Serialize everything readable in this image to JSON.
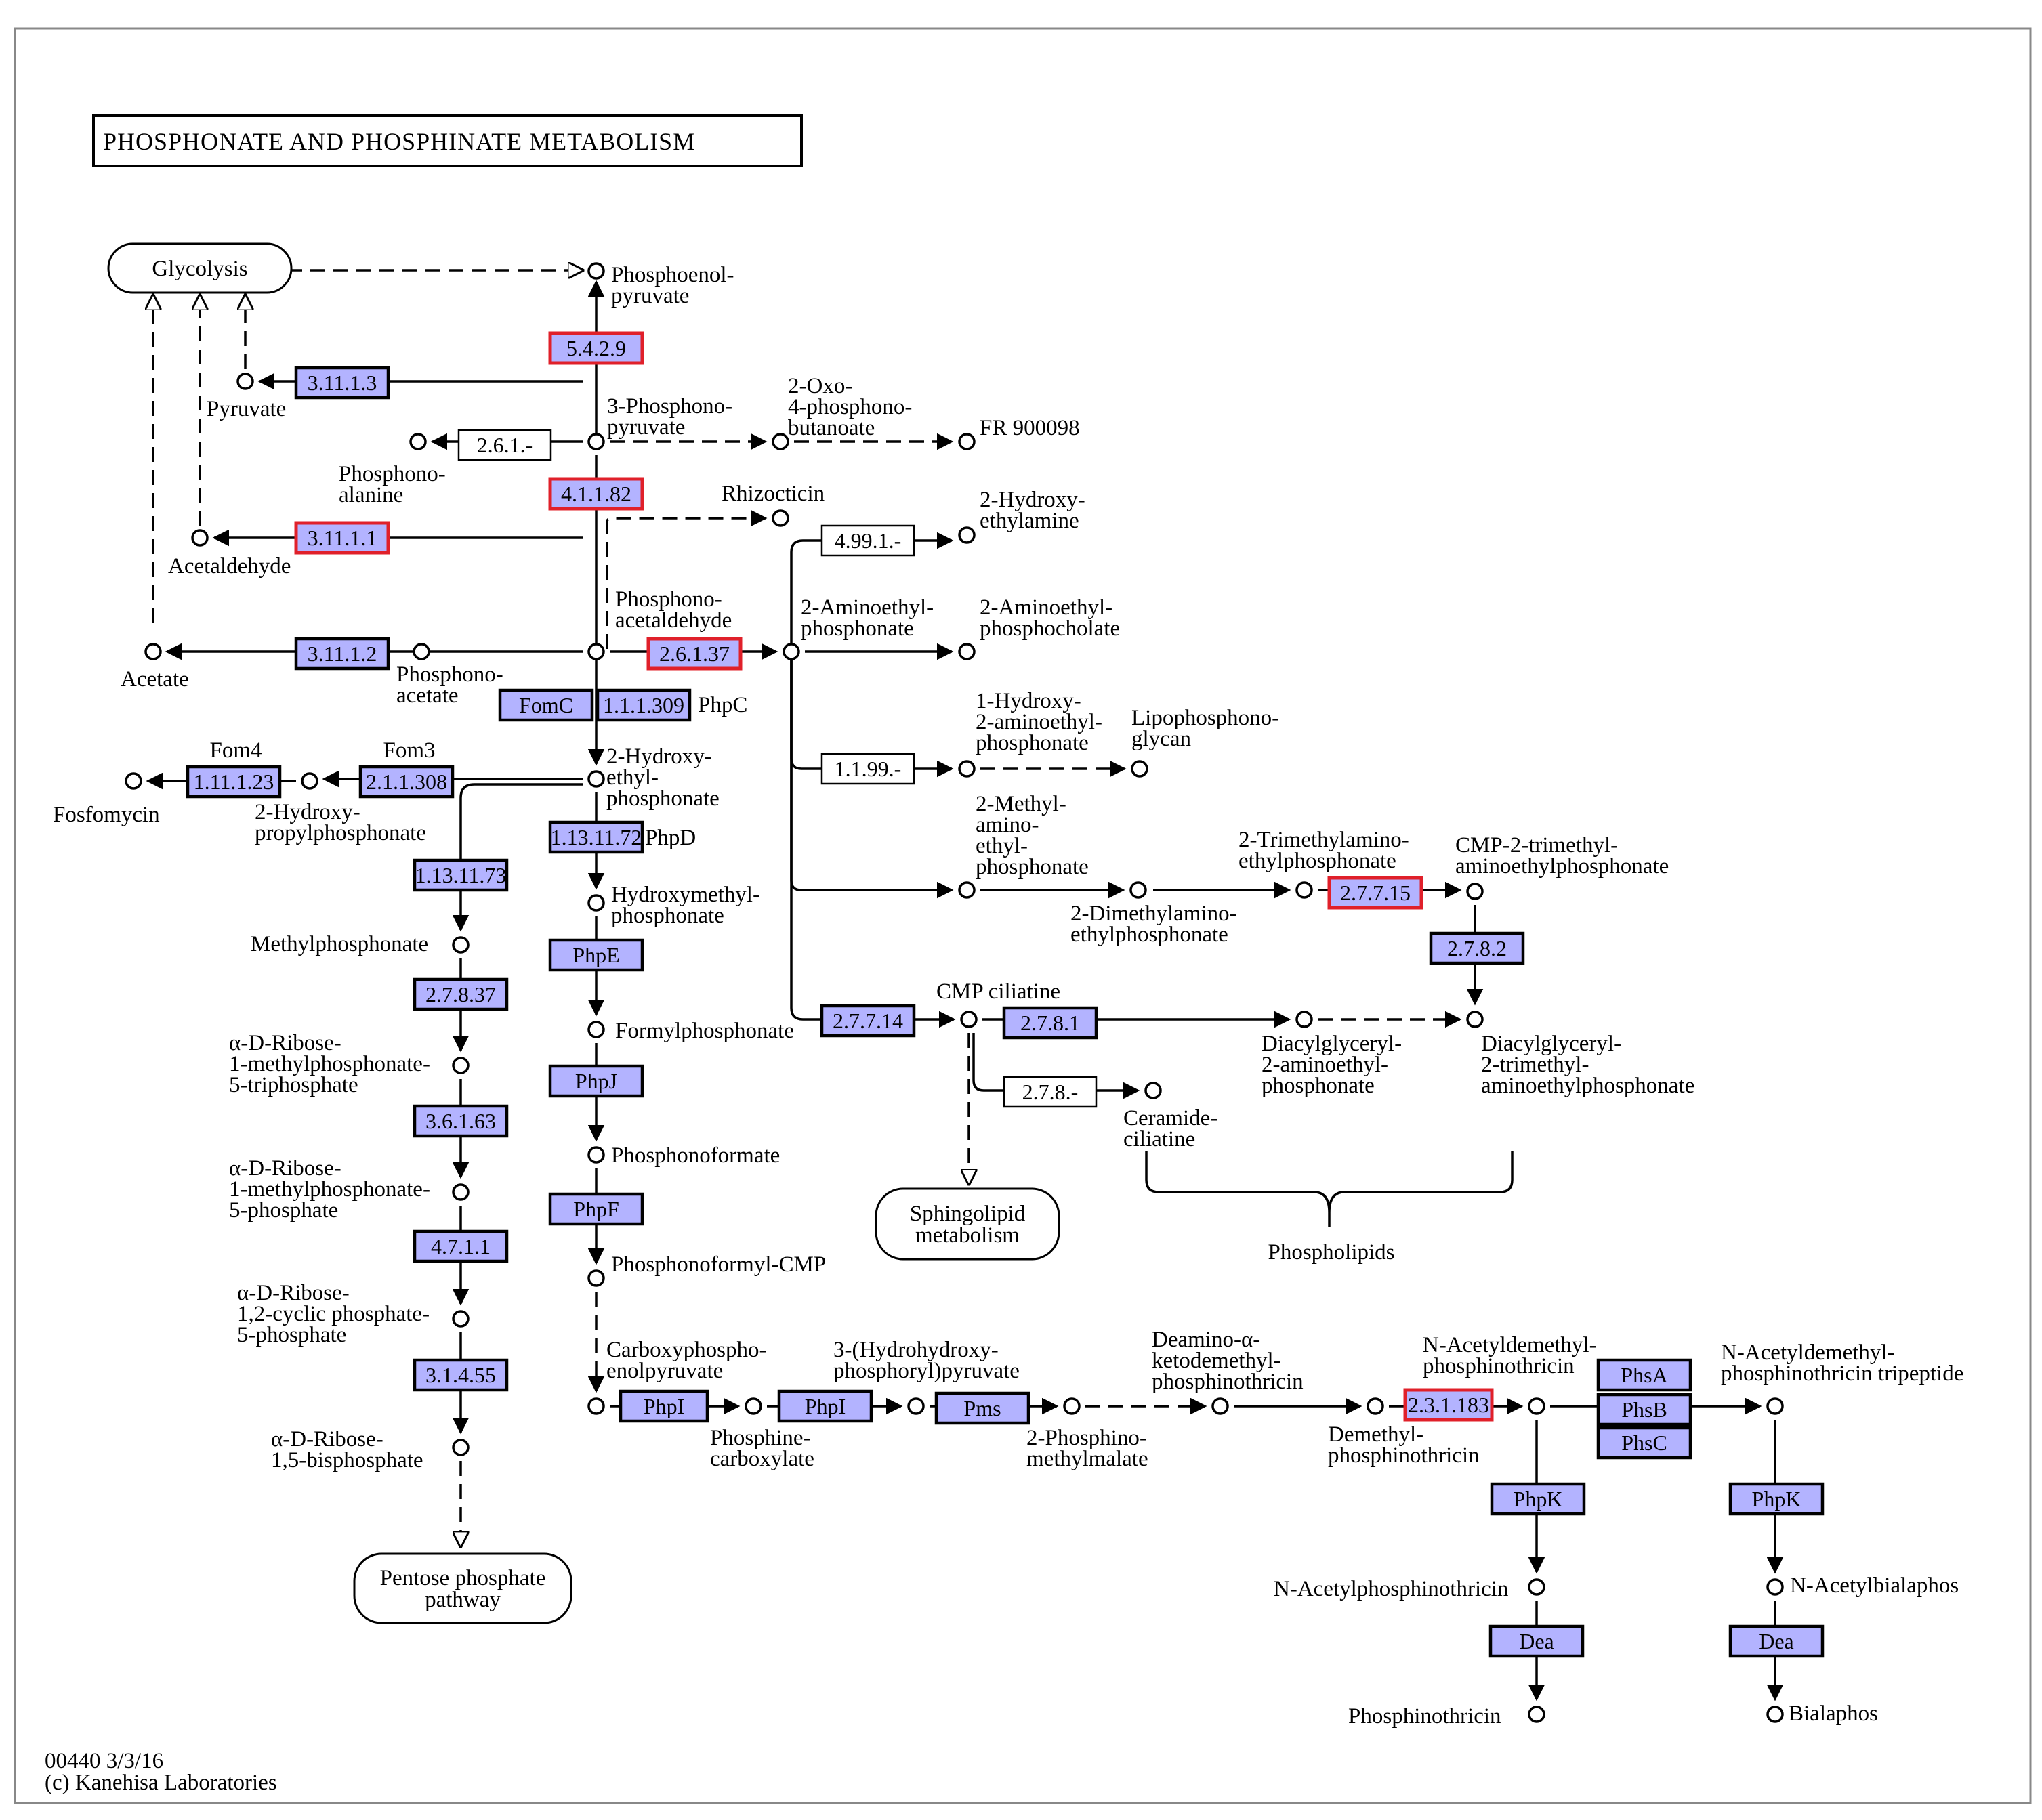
{
  "title": "PHOSPHONATE AND PHOSPHINATE METABOLISM",
  "footer": [
    "00440 3/3/16",
    "(c) Kanehisa Laboratories"
  ],
  "colors": {
    "enzyme_fill": "#b3b3ff",
    "highlight_border": "#e0202a",
    "line": "#000000",
    "map_box": "#ffffff"
  },
  "maps": [
    {
      "id": "glycolysis",
      "lines": [
        "Glycolysis"
      ]
    },
    {
      "id": "sphingolipid",
      "lines": [
        "Sphingolipid",
        "metabolism"
      ]
    },
    {
      "id": "pentose",
      "lines": [
        "Pentose phosphate",
        "pathway"
      ]
    }
  ],
  "enzymes": [
    {
      "id": "e5429",
      "label": "5.4.2.9",
      "style": "red"
    },
    {
      "id": "e31113",
      "label": "3.11.1.3",
      "style": "blue"
    },
    {
      "id": "e261",
      "label": "2.6.1.-",
      "style": "white"
    },
    {
      "id": "e41182",
      "label": "4.1.1.82",
      "style": "red"
    },
    {
      "id": "e31111",
      "label": "3.11.1.1",
      "style": "red"
    },
    {
      "id": "e4991",
      "label": "4.99.1.-",
      "style": "white"
    },
    {
      "id": "e31112",
      "label": "3.11.1.2",
      "style": "blue"
    },
    {
      "id": "e26137",
      "label": "2.6.1.37",
      "style": "red"
    },
    {
      "id": "efomc",
      "label": "FomC",
      "style": "blue"
    },
    {
      "id": "e111309",
      "label": "1.1.1.309",
      "style": "blue"
    },
    {
      "id": "e111123",
      "label": "1.11.1.23",
      "style": "blue"
    },
    {
      "id": "e211308",
      "label": "2.1.1.308",
      "style": "blue"
    },
    {
      "id": "e1199",
      "label": "1.1.99.-",
      "style": "white"
    },
    {
      "id": "e1131172",
      "label": "1.13.11.72",
      "style": "blue"
    },
    {
      "id": "e1131173",
      "label": "1.13.11.73",
      "style": "blue"
    },
    {
      "id": "ephpe",
      "label": "PhpE",
      "style": "blue"
    },
    {
      "id": "e27715",
      "label": "2.7.7.15",
      "style": "red"
    },
    {
      "id": "e2782",
      "label": "2.7.8.2",
      "style": "blue"
    },
    {
      "id": "e27837",
      "label": "2.7.8.37",
      "style": "blue"
    },
    {
      "id": "e27714",
      "label": "2.7.7.14",
      "style": "blue"
    },
    {
      "id": "e2781",
      "label": "2.7.8.1",
      "style": "blue"
    },
    {
      "id": "ephpj",
      "label": "PhpJ",
      "style": "blue"
    },
    {
      "id": "e278",
      "label": "2.7.8.-",
      "style": "white"
    },
    {
      "id": "e36163",
      "label": "3.6.1.63",
      "style": "blue"
    },
    {
      "id": "ephpf",
      "label": "PhpF",
      "style": "blue"
    },
    {
      "id": "e4711",
      "label": "4.7.1.1",
      "style": "blue"
    },
    {
      "id": "e31455",
      "label": "3.1.4.55",
      "style": "blue"
    },
    {
      "id": "ephpi1",
      "label": "PhpI",
      "style": "blue"
    },
    {
      "id": "ephpi2",
      "label": "PhpI",
      "style": "blue"
    },
    {
      "id": "epms",
      "label": "Pms",
      "style": "blue"
    },
    {
      "id": "e231183",
      "label": "2.3.1.183",
      "style": "red"
    },
    {
      "id": "ephsa",
      "label": "PhsA",
      "style": "blue"
    },
    {
      "id": "ephsb",
      "label": "PhsB",
      "style": "blue"
    },
    {
      "id": "ephsc",
      "label": "PhsC",
      "style": "blue"
    },
    {
      "id": "ephpk1",
      "label": "PhpK",
      "style": "blue"
    },
    {
      "id": "ephpk2",
      "label": "PhpK",
      "style": "blue"
    },
    {
      "id": "edea1",
      "label": "Dea",
      "style": "blue"
    },
    {
      "id": "edea2",
      "label": "Dea",
      "style": "blue"
    }
  ],
  "labels": [
    {
      "id": "pep",
      "lines": [
        "Phosphoenol-",
        "pyruvate"
      ]
    },
    {
      "id": "pyruvate",
      "lines": [
        "Pyruvate"
      ]
    },
    {
      "id": "phosphopyruvate",
      "lines": [
        "3-Phosphono-",
        "pyruvate"
      ]
    },
    {
      "id": "oxobut",
      "lines": [
        "2-Oxo-",
        "4-phosphono-",
        "butanoate"
      ]
    },
    {
      "id": "fr900098",
      "lines": [
        "FR 900098"
      ]
    },
    {
      "id": "phosphoalanine",
      "lines": [
        "Phosphono-",
        "alanine"
      ]
    },
    {
      "id": "rhizocticin",
      "lines": [
        "Rhizocticin"
      ]
    },
    {
      "id": "hydroxyethylamine",
      "lines": [
        "2-Hydroxy-",
        "ethylamine"
      ]
    },
    {
      "id": "acetaldehyde",
      "lines": [
        "Acetaldehyde"
      ]
    },
    {
      "id": "phosphonoacetaldehyde",
      "lines": [
        "Phosphono-",
        "acetaldehyde"
      ]
    },
    {
      "id": "aep",
      "lines": [
        "2-Aminoethyl-",
        "phosphonate"
      ]
    },
    {
      "id": "aepc",
      "lines": [
        "2-Aminoethyl-",
        "phosphocholate"
      ]
    },
    {
      "id": "acetate",
      "lines": [
        "Acetate"
      ]
    },
    {
      "id": "phosphonoacetate",
      "lines": [
        "Phosphono-",
        "acetate"
      ]
    },
    {
      "id": "phpc",
      "lines": [
        "PhpC"
      ]
    },
    {
      "id": "haep",
      "lines": [
        "1-Hydroxy-",
        "2-aminoethyl-",
        "phosphonate"
      ]
    },
    {
      "id": "lipophosphonoglycan",
      "lines": [
        "Lipophosphono-",
        "glycan"
      ]
    },
    {
      "id": "fom4",
      "lines": [
        "Fom4"
      ]
    },
    {
      "id": "fom3",
      "lines": [
        "Fom3"
      ]
    },
    {
      "id": "fosfomycin",
      "lines": [
        "Fosfomycin"
      ]
    },
    {
      "id": "hpp",
      "lines": [
        "2-Hydroxy-",
        "propylphosphonate"
      ]
    },
    {
      "id": "hep",
      "lines": [
        "2-Hydroxy-",
        "ethyl-",
        "phosphonate"
      ]
    },
    {
      "id": "phpd",
      "lines": [
        "PhpD"
      ]
    },
    {
      "id": "methylaep",
      "lines": [
        "2-Methyl-",
        "amino-",
        "ethyl-",
        "phosphonate"
      ]
    },
    {
      "id": "tmaep",
      "lines": [
        "2-Trimethylamino-",
        "ethylphosphonate"
      ]
    },
    {
      "id": "cmptmaep",
      "lines": [
        "CMP-2-trimethyl-",
        "aminoethylphosphonate"
      ]
    },
    {
      "id": "hmp",
      "lines": [
        "Hydroxymethyl-",
        "phosphonate"
      ]
    },
    {
      "id": "methylphosphonate",
      "lines": [
        "Methylphosphonate"
      ]
    },
    {
      "id": "dmaep",
      "lines": [
        "2-Dimethylamino-",
        "ethylphosphonate"
      ]
    },
    {
      "id": "cmpciliatine",
      "lines": [
        "CMP ciliatine"
      ]
    },
    {
      "id": "formylphosphonate",
      "lines": [
        "Formylphosphonate"
      ]
    },
    {
      "id": "ribose5tp",
      "lines": [
        "α-D-Ribose-",
        "1-methylphosphonate-",
        "5-triphosphate"
      ]
    },
    {
      "id": "dgaep",
      "lines": [
        "Diacylglyceryl-",
        "2-aminoethyl-",
        "phosphonate"
      ]
    },
    {
      "id": "dgtmaep",
      "lines": [
        "Diacylglyceryl-",
        "2-trimethyl-",
        "aminoethylphosphonate"
      ]
    },
    {
      "id": "ceramideciliatine",
      "lines": [
        "Ceramide-",
        "ciliatine"
      ]
    },
    {
      "id": "phosphonoformate",
      "lines": [
        "Phosphonoformate"
      ]
    },
    {
      "id": "ribose5p",
      "lines": [
        "α-D-Ribose-",
        "1-methylphosphonate-",
        "5-phosphate"
      ]
    },
    {
      "id": "phosphonoformylcmp",
      "lines": [
        "Phosphonoformyl-CMP"
      ]
    },
    {
      "id": "phospholipids",
      "lines": [
        "Phospholipids"
      ]
    },
    {
      "id": "ribosecyclic",
      "lines": [
        "α-D-Ribose-",
        "1,2-cyclic phosphate-",
        "5-phosphate"
      ]
    },
    {
      "id": "cpep",
      "lines": [
        "Carboxyphospho-",
        "enolpyruvate"
      ]
    },
    {
      "id": "hhpp",
      "lines": [
        "3-(Hydrohydroxy-",
        "phosphoryl)pyruvate"
      ]
    },
    {
      "id": "deaminoketo",
      "lines": [
        "Deamino-α-",
        "ketodemethyl-",
        "phosphinothricin"
      ]
    },
    {
      "id": "nadmp",
      "lines": [
        "N-Acetyldemethyl-",
        "phosphinothricin"
      ]
    },
    {
      "id": "nadmptp",
      "lines": [
        "N-Acetyldemethyl-",
        "phosphinothricin tripeptide"
      ]
    },
    {
      "id": "phosphinecarboxylate",
      "lines": [
        "Phosphine-",
        "carboxylate"
      ]
    },
    {
      "id": "phosphinomethylmalate",
      "lines": [
        "2-Phosphino-",
        "methylmalate"
      ]
    },
    {
      "id": "demethylpt",
      "lines": [
        "Demethyl-",
        "phosphinothricin"
      ]
    },
    {
      "id": "ribosebisp",
      "lines": [
        "α-D-Ribose-",
        "1,5-bisphosphate"
      ]
    },
    {
      "id": "nap",
      "lines": [
        "N-Acetylphosphinothricin"
      ]
    },
    {
      "id": "nab",
      "lines": [
        "N-Acetylbialaphos"
      ]
    },
    {
      "id": "phosphinothricin",
      "lines": [
        "Phosphinothricin"
      ]
    },
    {
      "id": "bialaphos",
      "lines": [
        "Bialaphos"
      ]
    }
  ]
}
